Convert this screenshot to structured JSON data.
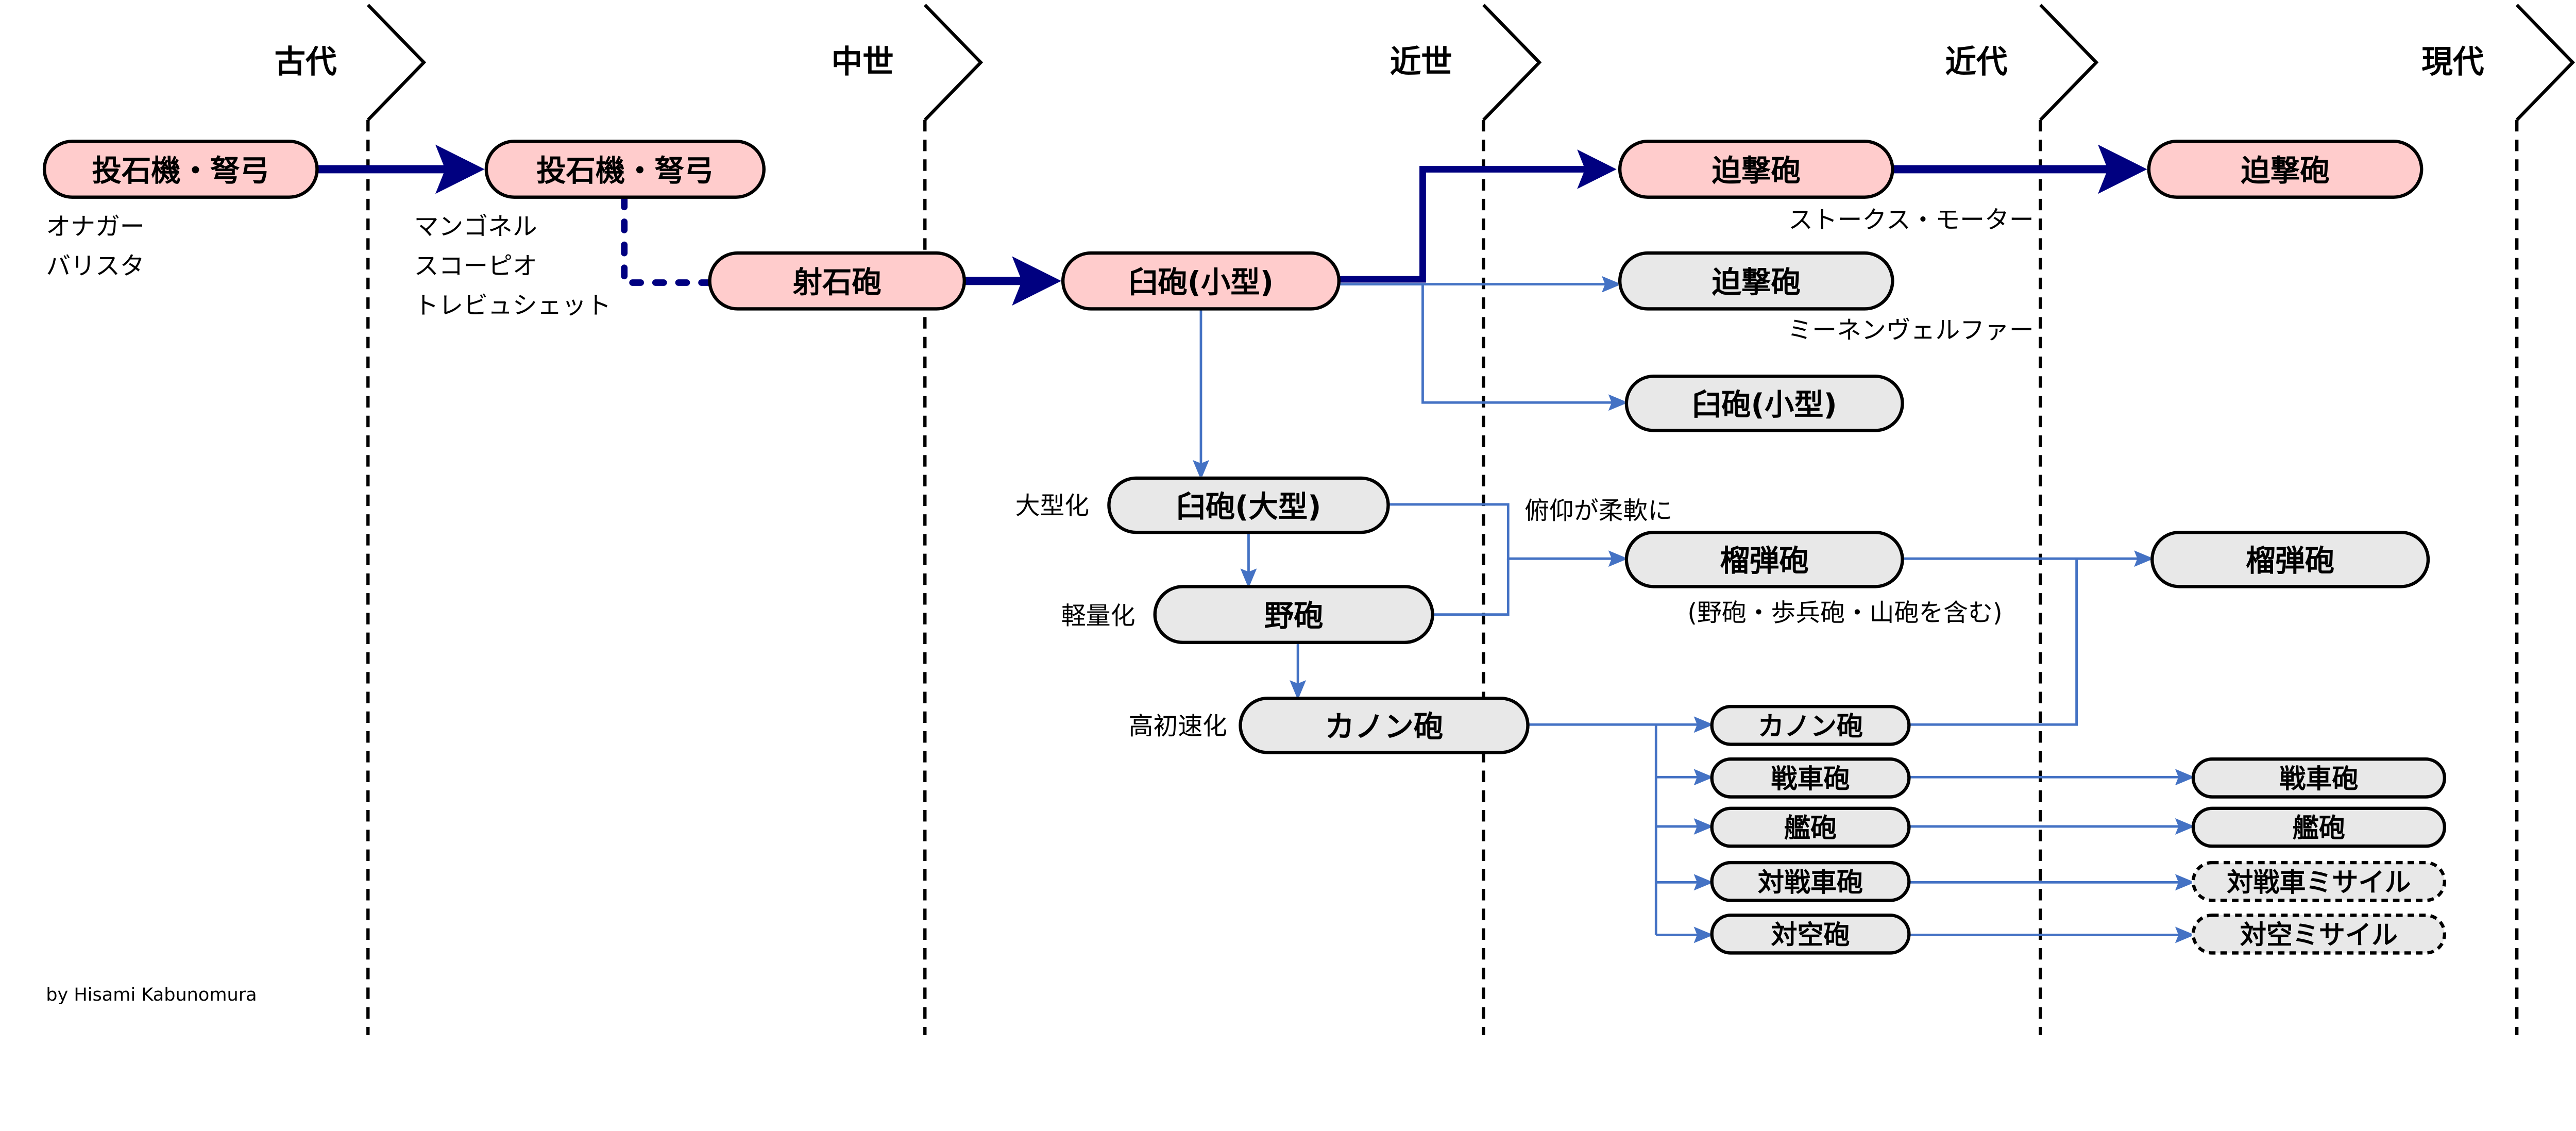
{
  "periods": [
    "古代",
    "中世",
    "近世",
    "近代",
    "現代"
  ],
  "nodes": {
    "catapult_ancient": "投石機・弩弓",
    "catapult_medieval": "投石機・弩弓",
    "bombard": "射石砲",
    "mortar_small": "臼砲(小型)",
    "trench_mortar_modern1": "迫撃砲",
    "trench_mortar_contemporary": "迫撃砲",
    "trench_mortar_modern2": "迫撃砲",
    "mortar_small_modern": "臼砲(小型)",
    "mortar_large": "臼砲(大型)",
    "field_gun": "野砲",
    "howitzer_modern": "榴弾砲",
    "howitzer_contemporary": "榴弾砲",
    "cannon": "カノン砲",
    "cannon_modern": "カノン砲",
    "tank_gun_modern": "戦車砲",
    "naval_gun_modern": "艦砲",
    "antitank_gun": "対戦車砲",
    "antiair_gun": "対空砲",
    "tank_gun_contemporary": "戦車砲",
    "naval_gun_contemporary": "艦砲",
    "antitank_missile": "対戦車ミサイル",
    "antiair_missile": "対空ミサイル"
  },
  "notes": {
    "onager": "オナガー",
    "ballista": "バリスタ",
    "mangonel": "マンゴネル",
    "scorpio": "スコーピオ",
    "trebuchet": "トレビュシェット",
    "stokes": "ストークス・モーター",
    "minenwerfer": "ミーネンヴェルファー",
    "enlarge": "大型化",
    "lighten": "軽量化",
    "high_velocity": "高初速化",
    "flexible_elevation": "俯仰が柔軟に",
    "howitzer_includes": "(野砲・歩兵砲・山砲を含む)"
  },
  "credit": "by Hisami Kabunomura",
  "colors": {
    "pink_fill": "#FFCCCC",
    "gray_fill": "#E8E8E8",
    "main_arrow": "#000080",
    "branch_arrow": "#4472C4"
  }
}
